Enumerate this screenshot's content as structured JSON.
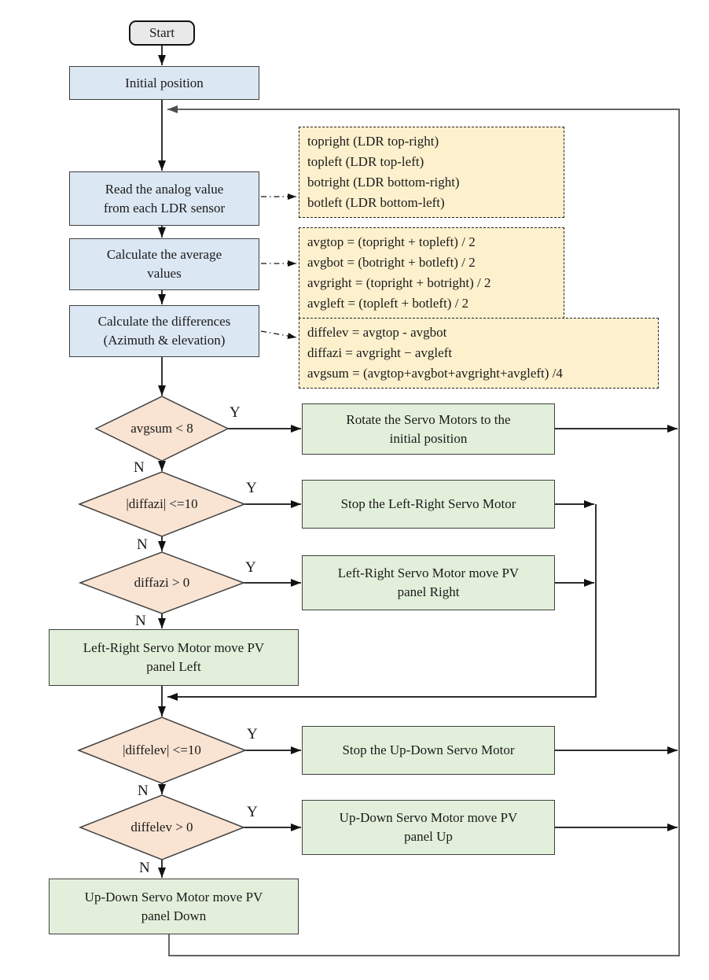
{
  "labels": {
    "yes": "Y",
    "no": "N"
  },
  "nodes": {
    "start": "Start",
    "initial_position": "Initial position",
    "read_analog": "Read the analog value\nfrom each LDR sensor",
    "calc_average": "Calculate the average\nvalues",
    "calc_differences": "Calculate the differences\n(Azimuth & elevation)"
  },
  "decisions": {
    "avgsum": "avgsum < 8",
    "diffazi_abs": "|diffazi| <=10",
    "diffazi_sign": "diffazi > 0",
    "diffelev_abs": "|diffelev| <=10",
    "diffelev_sign": "diffelev > 0"
  },
  "actions": {
    "rotate_initial": "Rotate the Servo Motors to the\ninitial position",
    "stop_left_right": "Stop the Left-Right Servo Motor",
    "move_right": "Left-Right Servo Motor move PV\npanel Right",
    "move_left": "Left-Right Servo Motor move PV\npanel Left",
    "stop_up_down": "Stop the Up-Down Servo Motor",
    "move_up": "Up-Down Servo Motor move PV\npanel Up",
    "move_down": "Up-Down Servo Motor move PV\npanel Down"
  },
  "annotations": {
    "ldr_variables": {
      "lines": [
        "topright (LDR top-right)",
        "topleft (LDR top-left)",
        "botright (LDR bottom-right)",
        "botleft (LDR bottom-left)"
      ]
    },
    "averages": {
      "lines": [
        "avgtop = (topright + topleft) / 2",
        "avgbot = (botright + botleft) / 2",
        "avgright = (topright + botright) / 2",
        "avgleft = (topleft + botleft) / 2"
      ]
    },
    "differences": {
      "lines": [
        "diffelev =  avgtop  - avgbot",
        "diffazi = avgright  − avgleft",
        "avgsum = (avgtop+avgbot+avgright+avgleft) /4"
      ]
    }
  },
  "colors": {
    "process_fill": "#dbe7f3",
    "terminator_fill": "#e9e9e9",
    "decision_fill": "#f9e3d2",
    "action_fill": "#e2efda",
    "annotation_fill": "#fdf0cd",
    "border": "#404040",
    "arrow": "#111111",
    "loop_arrow": "#4d4d4d"
  }
}
